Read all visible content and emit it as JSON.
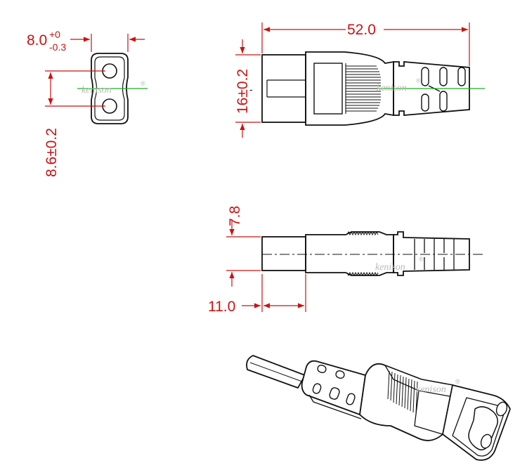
{
  "colors": {
    "dimension": "#cc1111",
    "outline": "#111111",
    "centerline": "#22aa22",
    "watermark": "#b8b8b8",
    "background": "#ffffff"
  },
  "dimensions": {
    "front_width_value": "8.0",
    "front_width_tol_upper": "+0",
    "front_width_tol_lower": "-0.3",
    "front_pin_spacing": "8.6±0.2",
    "side_length": "52.0",
    "side_height": "16±0.2",
    "top_thickness": "7.8",
    "top_insert_length": "11.0"
  },
  "watermark": {
    "text": "kenison",
    "registered": "®"
  }
}
